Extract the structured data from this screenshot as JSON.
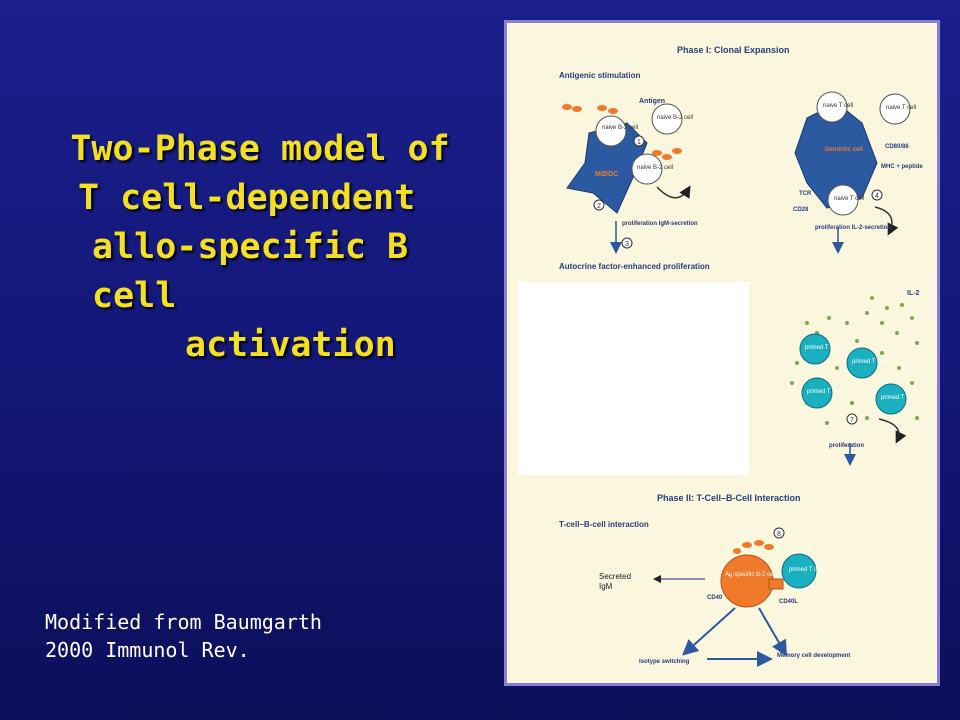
{
  "title": {
    "line1": "Two-Phase model of",
    "line2": "T cell-dependent",
    "line3": "allo-specific B cell",
    "line4": "activation"
  },
  "credit": {
    "line1": "Modified from Baumgarth",
    "line2": "2000 Immunol Rev."
  },
  "figure": {
    "phase1_title": "Phase I: Clonal Expansion",
    "antigenic_stimulation": "Antigenic stimulation",
    "antigen": "Antigen",
    "naive_b2": "naive B-2 cell",
    "mo_dc": "MØ/DC",
    "prolif_igm": "proliferation IgM-secretion",
    "naive_t": "naive T cell",
    "dendritic": "Dendritic cell",
    "cd80": "CD80/86",
    "mhc": "MHC + peptide",
    "tcr": "TCR",
    "cd28": "CD28",
    "prolif_il2": "proliferation IL-2-secretion",
    "autocrine": "Autocrine factor-enhanced proliferation",
    "il2": "IL-2",
    "primed_t": "primed T cell",
    "proliferation": "proliferation",
    "phase2_title": "Phase II: T-Cell–B-Cell Interaction",
    "tb_interaction": "T-cell–B-cell interaction",
    "ag_specific": "Ag-specific B-2 cell",
    "cd40": "CD40",
    "cd40l": "CD40L",
    "secreted_igm": "Secreted IgM",
    "isotype": "Isotype switching",
    "memory": "Memory cell development",
    "num1": "1",
    "num2": "2",
    "num3": "3",
    "num4": "4",
    "num7": "7",
    "num8": "8"
  },
  "colors": {
    "background": "#14187a",
    "title": "#f2e021",
    "figure_bg": "#fbf6de",
    "figure_border": "#8a7fd0",
    "cell_blue": "#2c5aa0",
    "primed_teal": "#1ab0c0",
    "antigen_orange": "#f07a2a"
  }
}
